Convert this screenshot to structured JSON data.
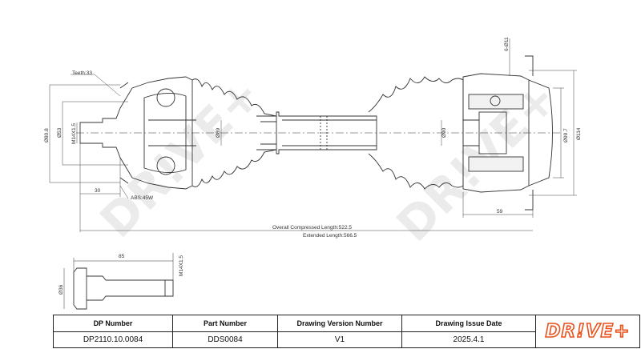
{
  "watermark": "DR!VE+",
  "dimensions": {
    "teeth": "Teeth:33",
    "d808": "Ø80.8",
    "d53": "Ø53",
    "m14": "M14X1.5",
    "d89": "Ø89",
    "d90": "Ø90",
    "d997": "Ø99.7",
    "d114": "Ø114",
    "bolt_holes": "6-Ø11",
    "len30": "30",
    "abs": "ABS:45W",
    "len59": "59",
    "compressed": "Overall Compressed Length:522.5",
    "extended": "Extended Length:566.5",
    "bolt_len": "85",
    "bolt_thread": "M14X1.5",
    "bolt_dia": "Ø36"
  },
  "title_block": {
    "headers": [
      "DP Number",
      "Part Number",
      "Drawing Version Number",
      "Drawing Issue Date"
    ],
    "values": [
      "DP2110.10.0084",
      "DDS0084",
      "V1",
      "2025.4.1"
    ],
    "logo": "DR!VE+",
    "logo_color": "#e8511b"
  }
}
